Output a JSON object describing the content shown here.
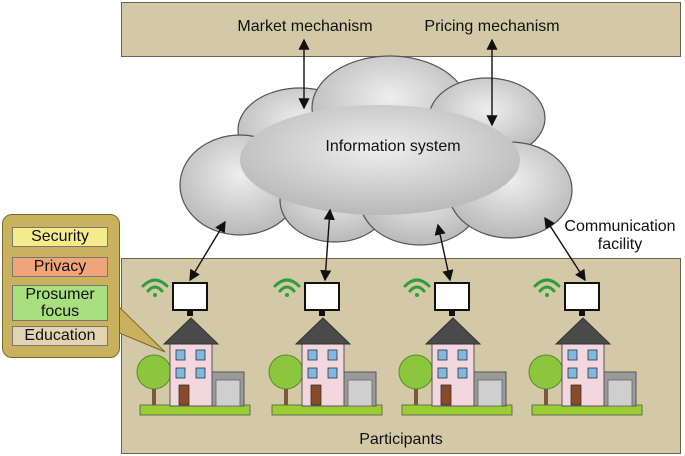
{
  "top": {
    "market": "Market mechanism",
    "pricing": "Pricing mechanism"
  },
  "cloud": {
    "label": "Information system"
  },
  "communication": {
    "line1": "Communication",
    "line2": "facility"
  },
  "participants": {
    "label": "Participants",
    "house_count": 4
  },
  "callout": {
    "items": [
      {
        "text": "Security",
        "color": "#f5ea8c"
      },
      {
        "text": "Privacy",
        "color": "#f0a47a"
      },
      {
        "text": "Prosumer\nfocus",
        "color": "#a8e07f"
      },
      {
        "text": "Education",
        "color": "#e2d4b0"
      }
    ]
  },
  "colors": {
    "panel": "#d4c9a7",
    "cloud": "#cfcfcf",
    "wifi": "#2e9e3a",
    "house": "#f3d7df",
    "roof": "#4a4a4a"
  }
}
